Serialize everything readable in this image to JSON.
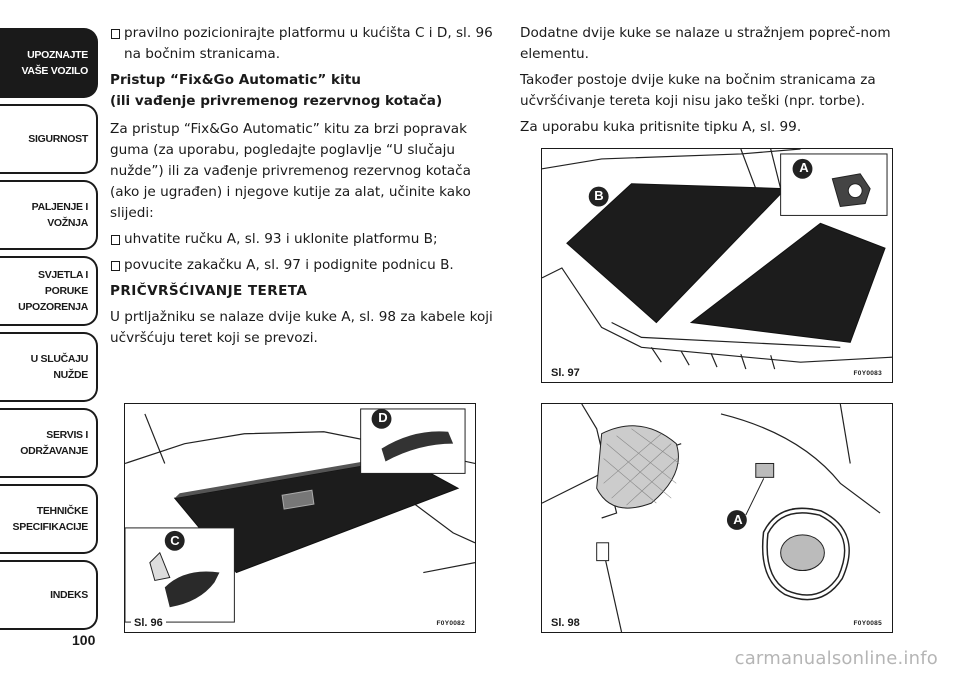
{
  "sidebar": {
    "tabs": [
      {
        "line1": "UPOZNAJTE",
        "line2": "VAŠE VOZILO",
        "active": true
      },
      {
        "line1": "SIGURNOST",
        "line2": ""
      },
      {
        "line1": "PALJENJE I",
        "line2": "VOŽNJA"
      },
      {
        "line1": "SVJETLA I PORUKE",
        "line2": "UPOZORENJA"
      },
      {
        "line1": "U SLUČAJU",
        "line2": "NUŽDE"
      },
      {
        "line1": "SERVIS I",
        "line2": "ODRŽAVANJE"
      },
      {
        "line1": "TEHNIČKE",
        "line2": "SPECIFIKACIJE"
      },
      {
        "line1": "INDEKS",
        "line2": ""
      }
    ]
  },
  "page_number": "100",
  "left_column": {
    "bullet_intro": "pravilno pozicionirajte platformu u kućišta C i D, sl. 96 na bočnim stranicama.",
    "subheading_line1": "Pristup “Fix&Go Automatic” kitu",
    "subheading_line2": "(ili vađenje privremenog rezervnog kotača)",
    "paragraph": "Za pristup “Fix&Go Automatic” kitu za brzi popravak guma (za uporabu, pogledajte poglavlje “U slučaju nužde”) ili za vađenje privremenog rezervnog kotača (ako je ugrađen) i njegove kutije za alat, učinite kako slijedi:",
    "bullet_1": "uhvatite ručku A, sl. 93 i uklonite platformu B;",
    "bullet_2": "povucite zakačku A, sl. 97 i podignite podnicu B.",
    "section_heading": "PRIČVRŠĆIVANJE TERETA",
    "section_paragraph": "U prtljažniku se nalaze dvije kuke A, sl. 98 za kabele koji učvršćuju teret koji se prevozi."
  },
  "right_column": {
    "paragraph_1": "Dodatne dvije kuke se nalaze u stražnjem popreč-nom elementu.",
    "paragraph_2": "Također postoje dvije kuke na bočnim stranicama za učvršćivanje tereta koji nisu jako teški (npr. torbe).",
    "paragraph_3": "Za uporabu kuka pritisnite tipku A, sl. 99."
  },
  "figures": {
    "fig96": {
      "caption": "Sl. 96",
      "code": "F0Y0082",
      "callouts": [
        "C",
        "D"
      ]
    },
    "fig97": {
      "caption": "Sl. 97",
      "code": "F0Y0083",
      "callouts": [
        "A",
        "B"
      ]
    },
    "fig98": {
      "caption": "Sl. 98",
      "code": "F0Y0085",
      "callouts": [
        "A"
      ]
    }
  },
  "watermark": "carmanualsonline.info"
}
